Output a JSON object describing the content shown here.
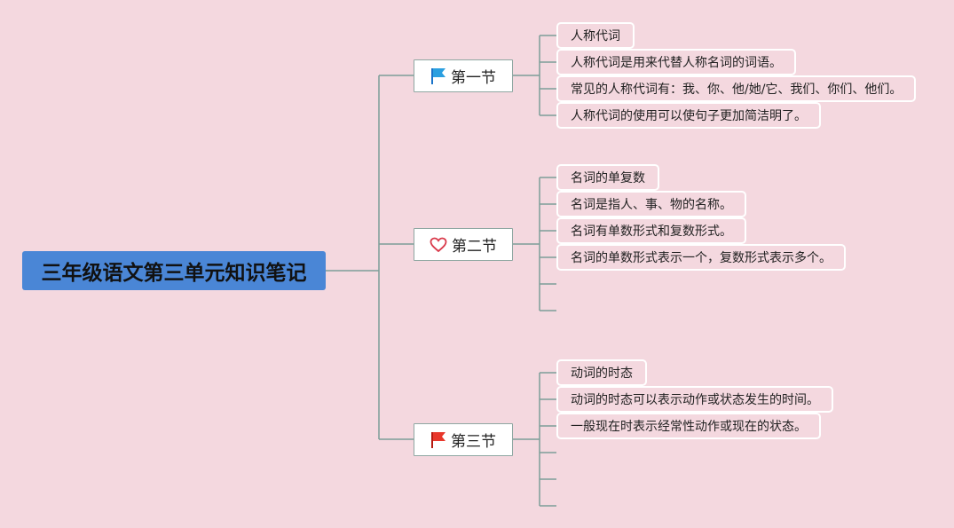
{
  "background": "#f4d8df",
  "colors": {
    "root_bg": "#4a86d6",
    "connector": "#7d9e98",
    "leaf_border": "#ffffff"
  },
  "root": {
    "title": "三年级语文第三单元知识笔记"
  },
  "sections": [
    {
      "label": "第一节",
      "icon": "blue-flag-icon",
      "items": [
        "人称代词",
        "人称代词是用来代替人称名词的词语。",
        "常见的人称代词有：我、你、他/她/它、我们、你们、他们。",
        "人称代词的使用可以使句子更加简洁明了。"
      ]
    },
    {
      "label": "第二节",
      "icon": "heart-icon",
      "items": [
        "名词的单复数",
        "名词是指人、事、物的名称。",
        "名词有单数形式和复数形式。",
        "名词的单数形式表示一个，复数形式表示多个。"
      ]
    },
    {
      "label": "第三节",
      "icon": "red-flag-icon",
      "items": [
        "动词的时态",
        "动词的时态可以表示动作或状态发生的时间。",
        "一般现在时表示经常性动作或现在的状态。"
      ]
    }
  ]
}
